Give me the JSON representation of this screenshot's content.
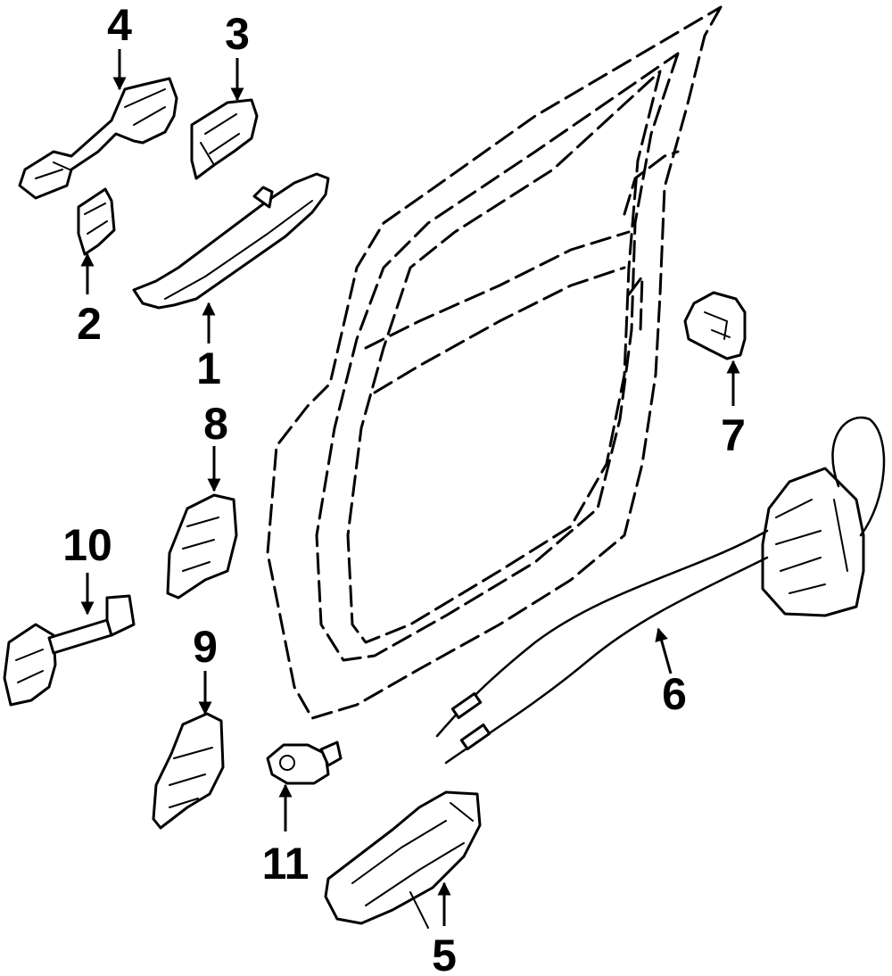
{
  "callouts": [
    {
      "id": "1",
      "text": "1"
    },
    {
      "id": "2",
      "text": "2"
    },
    {
      "id": "3",
      "text": "3"
    },
    {
      "id": "4",
      "text": "4"
    },
    {
      "id": "5",
      "text": "5"
    },
    {
      "id": "6",
      "text": "6"
    },
    {
      "id": "7",
      "text": "7"
    },
    {
      "id": "8",
      "text": "8"
    },
    {
      "id": "9",
      "text": "9"
    },
    {
      "id": "10",
      "text": "10"
    },
    {
      "id": "11",
      "text": "11"
    }
  ],
  "colors": {
    "line": "#000000",
    "background": "#ffffff"
  }
}
